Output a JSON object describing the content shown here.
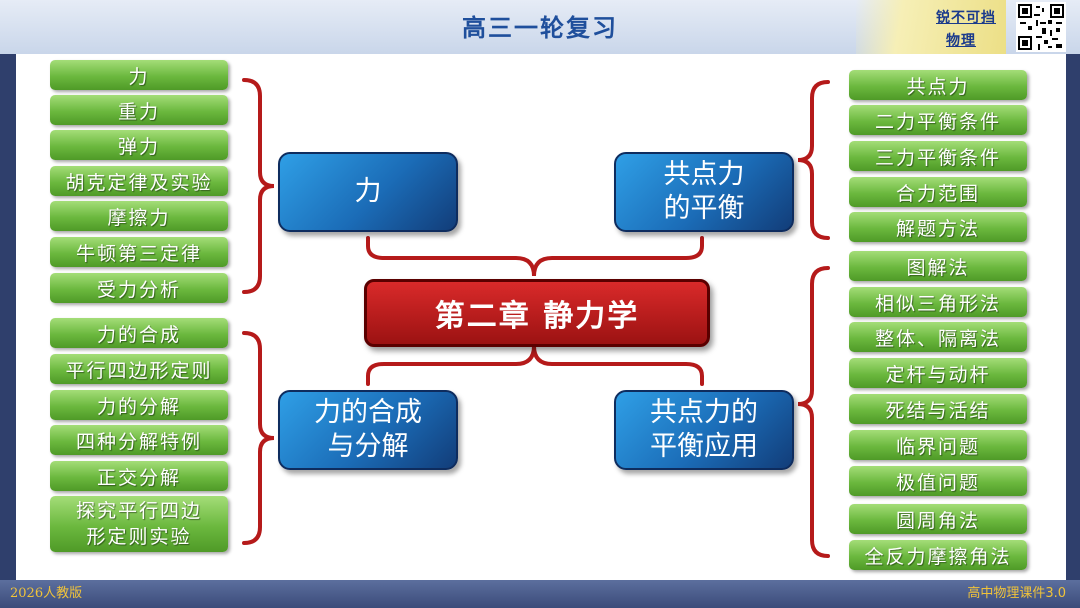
{
  "header": {
    "title": "高三一轮复习",
    "brand_line1": "锐不可挡",
    "brand_line2": "物理"
  },
  "footer": {
    "left": "2026人教版",
    "right": "高中物理课件3.0"
  },
  "center": {
    "label": "第二章 静力学"
  },
  "topics": {
    "force": {
      "label": "力",
      "items": [
        "力",
        "重力",
        "弹力",
        "胡克定律及实验",
        "摩擦力",
        "牛顿第三定律",
        "受力分析"
      ]
    },
    "composition": {
      "label": "力的合成\n与分解",
      "items": [
        "力的合成",
        "平行四边形定则",
        "力的分解",
        "四种分解特例",
        "正交分解",
        "探究平行四边\n形定则实验"
      ]
    },
    "equilibrium": {
      "label": "共点力\n的平衡",
      "items": [
        "共点力",
        "二力平衡条件",
        "三力平衡条件",
        "合力范围",
        "解题方法"
      ]
    },
    "application": {
      "label": "共点力的\n平衡应用",
      "items": [
        "图解法",
        "相似三角形法",
        "整体、隔离法",
        "定杆与动杆",
        "死结与活结",
        "临界问题",
        "极值问题",
        "圆周角法",
        "全反力摩擦角法"
      ]
    }
  },
  "colors": {
    "bracket": "#b51a1a",
    "leaf": "#6bb83e",
    "topic": "#1b6cb7",
    "center": "#c41c1c",
    "title": "#1f4f9c"
  }
}
